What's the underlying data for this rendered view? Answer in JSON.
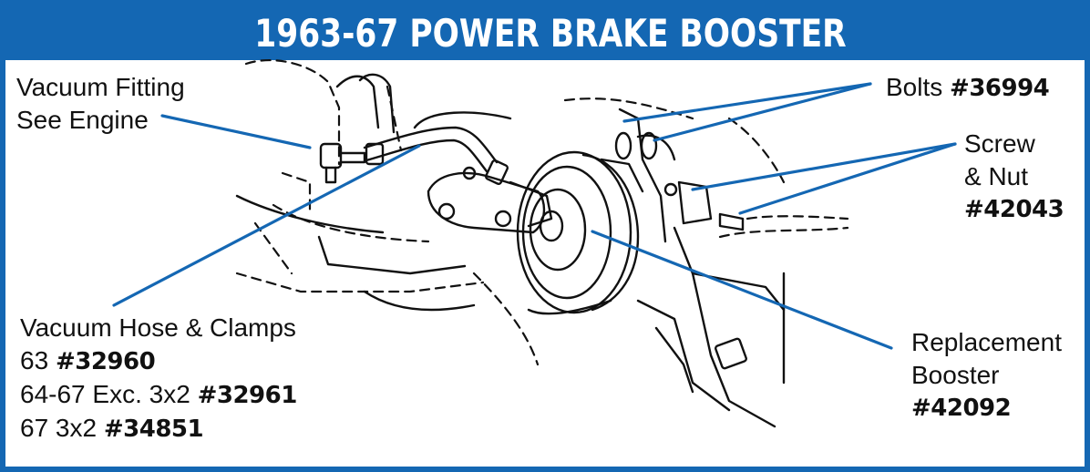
{
  "title": "1963-67 POWER BRAKE BOOSTER",
  "colors": {
    "frame": "#1467b3",
    "leader": "#1467b3",
    "title_text": "#ffffff",
    "label_text": "#111111"
  },
  "labels": {
    "vacuum_fitting": {
      "line1": "Vacuum Fitting",
      "line2": "See Engine"
    },
    "bolts": {
      "text": "Bolts",
      "part": "#36994"
    },
    "screw_nut": {
      "line1": "Screw",
      "line2": "& Nut",
      "part": "#42043"
    },
    "vacuum_hose": {
      "line1": "Vacuum Hose & Clamps",
      "row1_prefix": "63",
      "row1_part": "#32960",
      "row2_prefix": "64-67 Exc. 3x2",
      "row2_part": "#32961",
      "row3_prefix": "67 3x2",
      "row3_part": "#34851"
    },
    "booster": {
      "line1": "Replacement",
      "line2": "Booster",
      "part": "#42092"
    }
  }
}
